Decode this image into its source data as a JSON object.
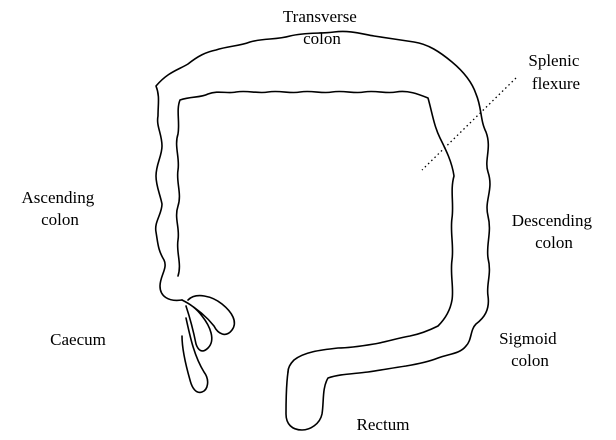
{
  "labels": {
    "transverse_colon": [
      "Transverse",
      "colon"
    ],
    "splenic_flexure": [
      "Splenic",
      "flexure"
    ],
    "ascending_colon": [
      "Ascending",
      "colon"
    ],
    "descending_colon": [
      "Descending",
      "colon"
    ],
    "caecum": [
      "Caecum"
    ],
    "sigmoid_colon": [
      "Sigmoid",
      "colon"
    ],
    "rectum": [
      "Rectum"
    ]
  }
}
